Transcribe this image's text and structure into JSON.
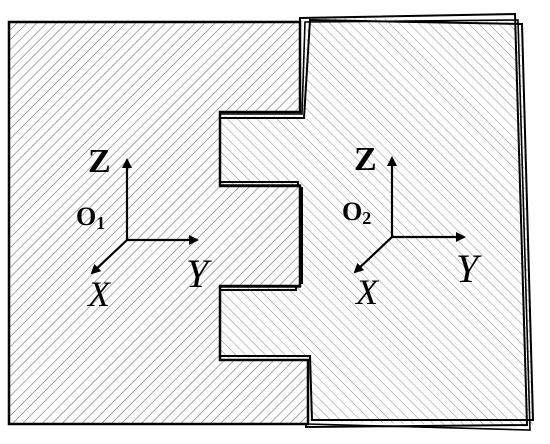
{
  "diagram": {
    "left_part": {
      "origin_label": "O",
      "origin_sub": "1",
      "axes": {
        "z": "Z",
        "y": "Y",
        "x": "X"
      }
    },
    "right_part": {
      "origin_label": "O",
      "origin_sub": "2",
      "axes": {
        "z": "Z",
        "y": "Y",
        "x": "X"
      }
    },
    "colors": {
      "stroke": "#000000",
      "hatch": "#7a7a7a",
      "background": "#ffffff"
    }
  }
}
